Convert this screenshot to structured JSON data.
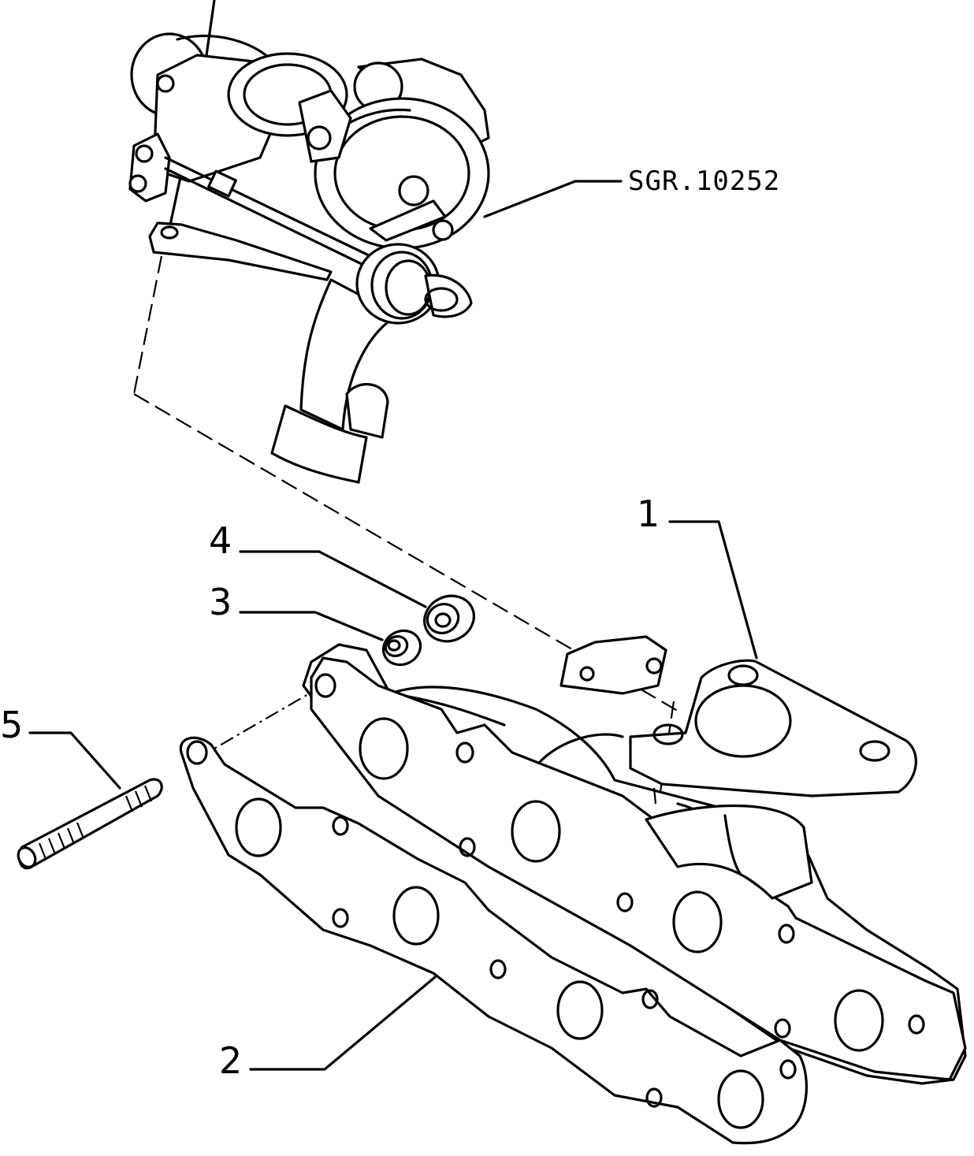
{
  "diagram": {
    "reference_code": "SGR.10252",
    "callouts": [
      {
        "id": "1",
        "label": "1"
      },
      {
        "id": "2",
        "label": "2"
      },
      {
        "id": "3",
        "label": "3"
      },
      {
        "id": "4",
        "label": "4"
      },
      {
        "id": "5",
        "label": "5"
      }
    ]
  }
}
